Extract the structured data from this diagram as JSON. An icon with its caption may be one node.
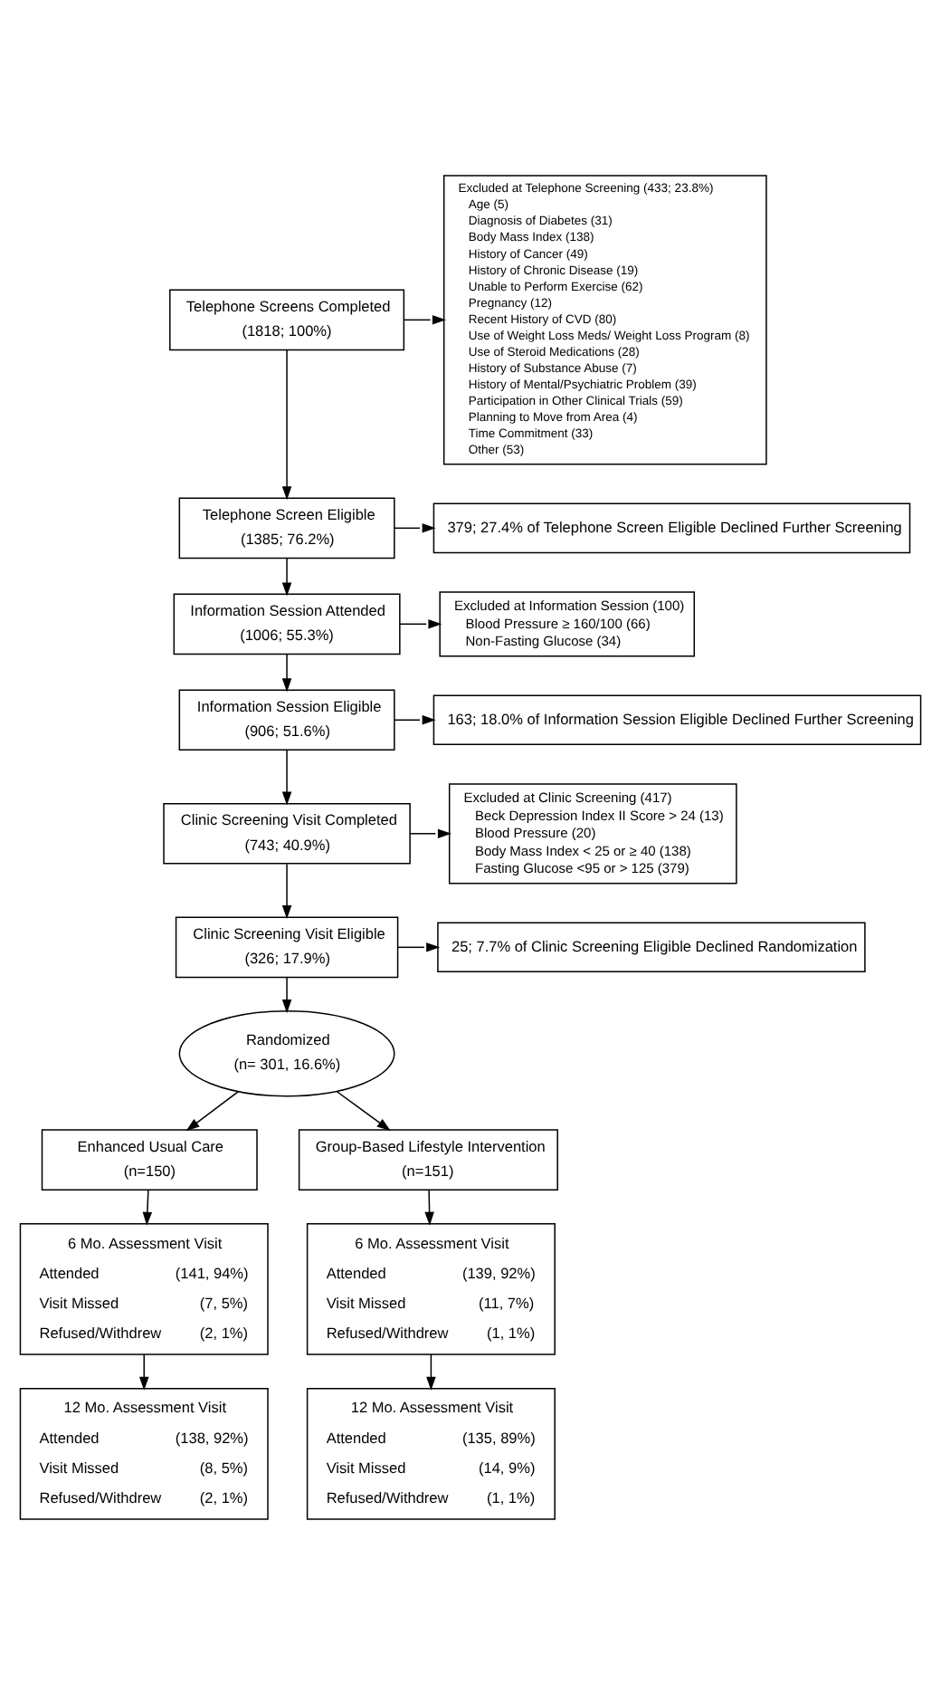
{
  "diagram": {
    "nodes": [
      {
        "text": [
          "Telephone Screens Completed",
          "(1818; 100%)"
        ]
      },
      {
        "text": [
          "Excluded at Telephone Screening (433; 23.8%)",
          "Age (5)",
          "Diagnosis of Diabetes (31)",
          "Body Mass Index (138)",
          "History of Cancer (49)",
          "History of Chronic Disease (19)",
          "Unable to Perform Exercise (62)",
          "Pregnancy (12)",
          "Recent History of CVD (80)",
          "Use of Weight Loss Meds/ Weight Loss Program (8)",
          "Use of Steroid Medications (28)",
          "History of Substance Abuse (7)",
          "History of Mental/Psychiatric Problem (39)",
          "Participation in Other Clinical Trials (59)",
          "Planning to Move from Area (4)",
          "Time Commitment (33)",
          "Other (53)"
        ]
      },
      {
        "text": [
          "Telephone Screen Eligible",
          "(1385; 76.2%)"
        ]
      },
      {
        "text": [
          "379; 27.4% of Telephone Screen Eligible Declined Further Screening"
        ]
      },
      {
        "text": [
          "Information Session Attended",
          "(1006; 55.3%)"
        ]
      },
      {
        "text": [
          "Excluded at Information Session (100)",
          "Blood Pressure ≥ 160/100 (66)",
          "Non-Fasting Glucose (34)"
        ]
      },
      {
        "text": [
          "Information Session Eligible",
          "(906; 51.6%)"
        ]
      },
      {
        "text": [
          "163; 18.0% of Information Session Eligible Declined Further Screening"
        ]
      },
      {
        "text": [
          "Clinic Screening Visit Completed",
          "(743; 40.9%)"
        ]
      },
      {
        "text": [
          "Excluded at Clinic Screening (417)",
          "Beck Depression Index II Score > 24 (13)",
          "Blood Pressure (20)",
          "Body Mass Index < 25 or ≥ 40 (138)",
          "Fasting Glucose <95 or > 125 (379)"
        ]
      },
      {
        "text": [
          "Clinic Screening Visit Eligible",
          "(326; 17.9%)"
        ]
      },
      {
        "text": [
          "25; 7.7% of Clinic Screening Eligible Declined Randomization"
        ]
      },
      {
        "text": [
          "Randomized",
          "(n= 301, 16.6%)"
        ]
      },
      {
        "text": [
          "Enhanced Usual Care",
          "(n=150)"
        ]
      },
      {
        "text": [
          "Group-Based Lifestyle Intervention",
          "(n=151)"
        ]
      },
      {
        "text": [
          "6 Mo. Assessment Visit",
          "Attended",
          "(141, 94%)",
          "Visit Missed",
          "(7, 5%)",
          "Refused/Withdrew",
          "(2, 1%)"
        ]
      },
      {
        "text": [
          "12 Mo. Assessment Visit",
          "Attended",
          "(138, 92%)",
          "Visit Missed",
          "(8, 5%)",
          "Refused/Withdrew",
          "(2, 1%)"
        ]
      },
      {
        "text": [
          "6 Mo. Assessment Visit",
          "Attended",
          "(139, 92%)",
          "Visit Missed",
          "(11, 7%)",
          "Refused/Withdrew",
          "(1, 1%)"
        ]
      },
      {
        "text": [
          "12 Mo. Assessment Visit",
          "Attended",
          "(135, 89%)",
          "Visit Missed",
          "(14, 9%)",
          "Refused/Withdrew",
          "(1, 1%)"
        ]
      }
    ],
    "edges": [
      {
        "from": 0,
        "to": 2,
        "arrow": "to"
      },
      {
        "from": 0,
        "to": 1,
        "arrow": "to"
      },
      {
        "from": 2,
        "to": 4,
        "arrow": "to"
      },
      {
        "from": 2,
        "to": 3,
        "arrow": "to"
      },
      {
        "from": 4,
        "to": 6,
        "arrow": "to"
      },
      {
        "from": 4,
        "to": 5,
        "arrow": "to"
      },
      {
        "from": 6,
        "to": 8,
        "arrow": "to"
      },
      {
        "from": 6,
        "to": 7,
        "arrow": "to"
      },
      {
        "from": 8,
        "to": 10,
        "arrow": "to"
      },
      {
        "from": 8,
        "to": 9,
        "arrow": "to"
      },
      {
        "from": 10,
        "to": 12,
        "arrow": "to"
      },
      {
        "from": 10,
        "to": 11,
        "arrow": "to"
      },
      {
        "from": 12,
        "to": 13,
        "arrow": "to"
      },
      {
        "from": 12,
        "to": 14,
        "arrow": "to"
      },
      {
        "from": 13,
        "to": 15,
        "arrow": "to"
      },
      {
        "from": 15,
        "to": 16,
        "arrow": "to"
      },
      {
        "from": 14,
        "to": 17,
        "arrow": "to"
      },
      {
        "from": 17,
        "to": 18,
        "arrow": "to"
      }
    ]
  }
}
